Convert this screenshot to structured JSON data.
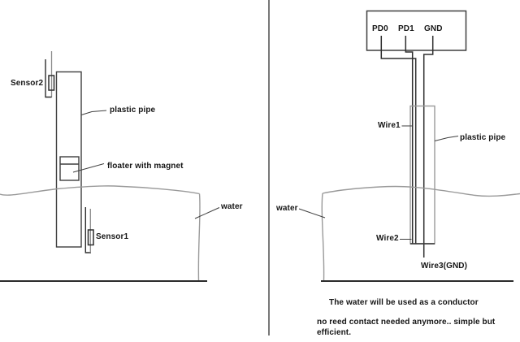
{
  "colors": {
    "ink": "#3f3f3f",
    "wire": "#2e2e2e",
    "gray": "#9a9a9a",
    "lead_gray": "#8a8a8a",
    "ground": "#2b2b2b",
    "background": "#ffffff"
  },
  "left_diagram": {
    "sensor2_label": "Sensor2",
    "plastic_pipe_label": "plastic pipe",
    "floater_label": "floater with magnet",
    "water_label": "water",
    "sensor1_label": "Sensor1"
  },
  "right_diagram": {
    "pins": {
      "pd0": "PD0",
      "pd1": "PD1",
      "gnd": "GND"
    },
    "wire1_label": "Wire1",
    "plastic_pipe_label": "plastic pipe",
    "water_label": "water",
    "wire2_label": "Wire2",
    "wire3_label": "Wire3(GND)",
    "caption_line1": "The water will be used as a conductor",
    "caption_line2": "no reed contact needed anymore.. simple but",
    "caption_line3": "efficient."
  }
}
